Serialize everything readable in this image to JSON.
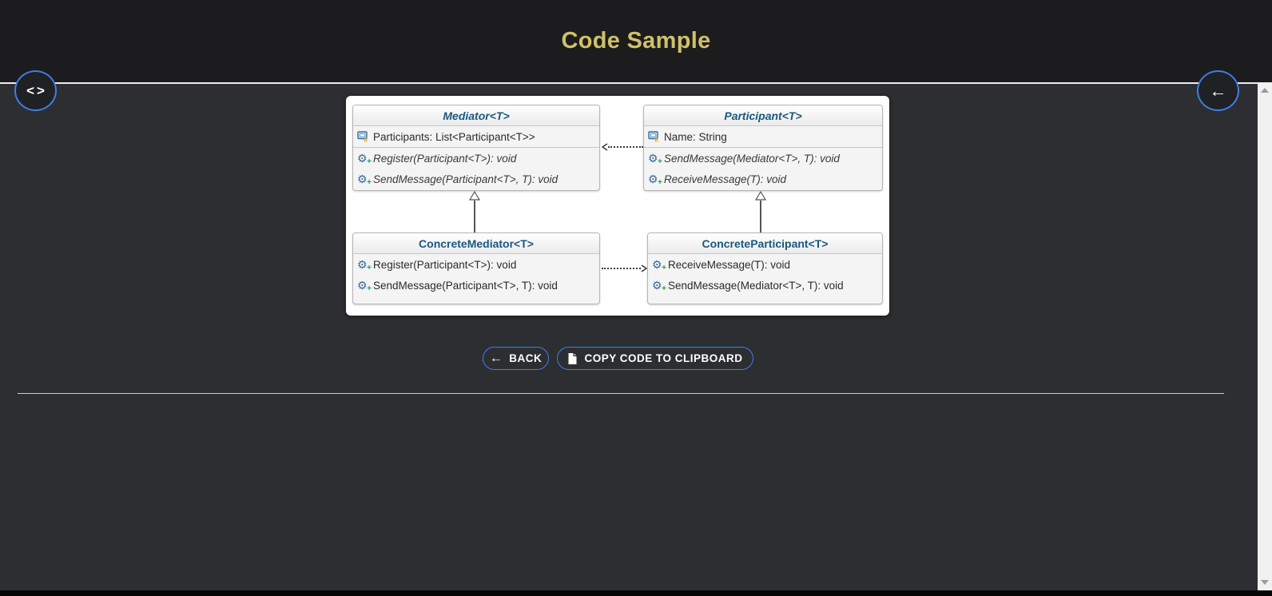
{
  "header": {
    "title": "Code Sample"
  },
  "nav": {
    "code_panel_toggle": "<>",
    "back_arrow": "←"
  },
  "diagram": {
    "classes": [
      {
        "name": "Mediator<T>",
        "kind": "abstract",
        "fields": [
          "Participants: List<Participant<T>>"
        ],
        "methods": [
          "Register(Participant<T>): void",
          "SendMessage(Participant<T>, T): void"
        ]
      },
      {
        "name": "Participant<T>",
        "kind": "abstract",
        "fields": [
          "Name: String"
        ],
        "methods": [
          "SendMessage(Mediator<T>, T): void",
          "ReceiveMessage(T): void"
        ]
      },
      {
        "name": "ConcreteMediator<T>",
        "kind": "concrete",
        "fields": [],
        "methods": [
          "Register(Participant<T>): void",
          "SendMessage(Participant<T>, T): void"
        ]
      },
      {
        "name": "ConcreteParticipant<T>",
        "kind": "concrete",
        "fields": [],
        "methods": [
          "ReceiveMessage(T): void",
          "SendMessage(Mediator<T>, T): void"
        ]
      }
    ],
    "relations": [
      {
        "type": "inheritance",
        "from": "ConcreteMediator<T>",
        "to": "Mediator<T>"
      },
      {
        "type": "inheritance",
        "from": "ConcreteParticipant<T>",
        "to": "Participant<T>"
      },
      {
        "type": "dependency",
        "from": "Participant<T>",
        "to": "Mediator<T>"
      },
      {
        "type": "dependency",
        "from": "ConcreteMediator<T>",
        "to": "ConcreteParticipant<T>"
      }
    ]
  },
  "actions": {
    "back_label": "BACK",
    "copy_label": "COPY CODE TO CLIPBOARD"
  },
  "colors": {
    "accent_border_blue": "#3d7ee8",
    "title_gold": "#cfc169",
    "class_name_blue": "#19587f",
    "header_bg": "#1c1c1e",
    "content_bg": "#2d2e31"
  }
}
